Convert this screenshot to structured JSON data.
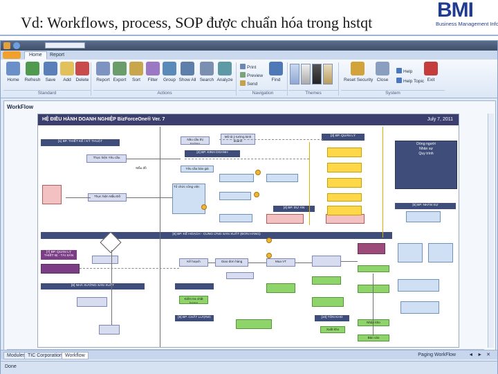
{
  "slide": {
    "title": "Vd: Workflows, process, SOP được chuẩn hóa trong hstqt",
    "logo_mark": "BMI",
    "logo_sub": "Business Management Info"
  },
  "window": {
    "tabs": [
      "Home",
      "Report"
    ],
    "ribbon": {
      "buttons": [
        "Home",
        "Refresh",
        "Save",
        "Add",
        "Delete",
        "Report",
        "Export",
        "Sort",
        "Filter",
        "Group",
        "Show All",
        "Search",
        "Analyze",
        "Find",
        "Reset Security",
        "Close",
        "Help",
        "Exit"
      ],
      "small_buttons": [
        "Print",
        "Preview",
        "Send",
        "Help Topic"
      ],
      "groups": [
        "Standard",
        "Actions",
        "Navigation",
        "Themes",
        "System"
      ]
    },
    "panel_title": "WorkFlow",
    "status_tabs": [
      "Modules",
      "TIC Corporation",
      "Workflow"
    ],
    "status_text": "Done",
    "footer_right": "Paging WorkFlow"
  },
  "diagram": {
    "title": "HỆ ĐIỀU HÀNH DOANH NGHIỆP BizForceOne® Ver. 7",
    "date": "July 7, 2011",
    "lanes": {
      "tech": "[1] BP. THIẾT KẾ / KỸ THUẬT",
      "sales": "[2] BP. KINH DOANH",
      "mgmt": "[3] BP. QUẢN LÝ",
      "project": "[4] BP. DỰ ÁN",
      "hr": "[5] BP. NHÂN SỰ",
      "planning": "[6] BP. KẾ HOẠCH - CUNG ỨNG SẢN XUẤT (ĐƠN HÀNG)",
      "factory": "[7] BP. QUẢN LÝ THIẾT BỊ - TÀI SẢN",
      "workshop": "[8] NHÀ XƯỞNG SẢN XUẤT",
      "quality": "[9] BP. CHẤT LƯỢNG",
      "warehouse": "[10] TỒN KHO"
    },
    "nodes": {
      "n1": "Nhu cầu thị trường",
      "n2": "Mô tả ý tưởng kinh doanh",
      "n3": "Thực hiện Yêu cầu",
      "n4": "Mẫu đồ",
      "n5": "Yêu cầu báo giá",
      "n6": "Thực hiện Mẫu Đồ",
      "n7": "Tổ chức công việc",
      "n8": "Dòng người",
      "n9": "Nhân sự",
      "n10": "Quy trình",
      "n11": "Kế hoạch",
      "n12": "Giao đơn hàng",
      "n13": "Mua VT",
      "n14": "Kiểm tra chất lượng",
      "n15": "Xuất kho",
      "n16": "Nhập kho",
      "n17": "Báo cáo"
    }
  }
}
